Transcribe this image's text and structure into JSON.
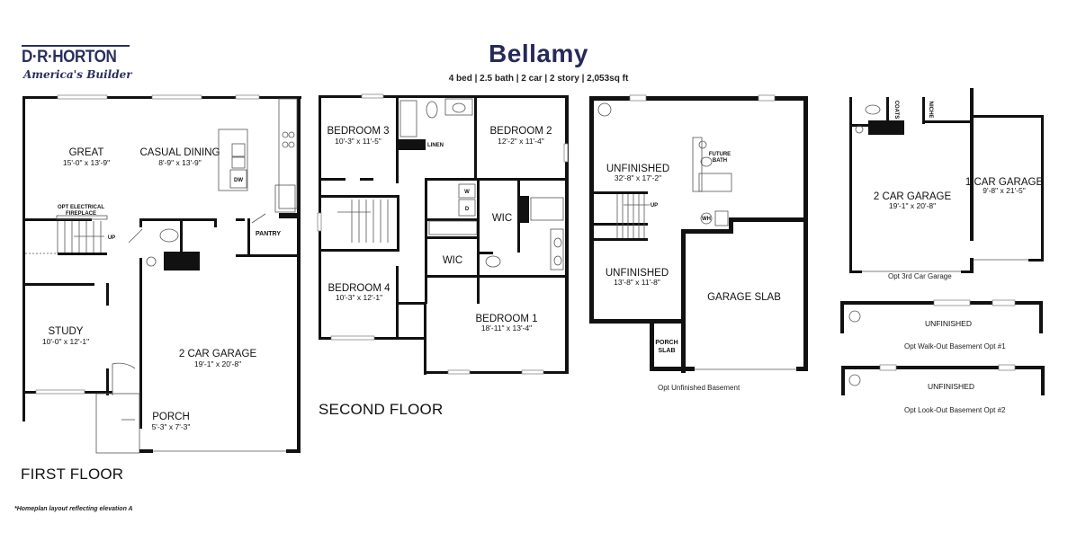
{
  "brand": {
    "name": "D·R·HORTON",
    "tagline": "America's Builder"
  },
  "plan": {
    "name": "Bellamy",
    "specs": "4 bed | 2.5 bath  | 2 car | 2 story | 2,053sq ft"
  },
  "first_floor": {
    "label": "FIRST FLOOR",
    "rooms": [
      {
        "name": "GREAT",
        "size": "15'-0\" x 13'-9\""
      },
      {
        "name": "CASUAL DINING",
        "size": "8'-9\" x 13'-9\""
      },
      {
        "name": "STUDY",
        "size": "10'-0\" x 12'-1\""
      },
      {
        "name": "2 CAR GARAGE",
        "size": "19'-1\" x 20'-8\""
      },
      {
        "name": "PORCH",
        "size": "5'-3\" x 7'-3\""
      }
    ],
    "annotations": {
      "fireplace": "OPT ELECTRICAL",
      "fireplace2": "FIREPLACE",
      "pantry": "PANTRY",
      "dw": "DW",
      "up": "UP"
    }
  },
  "second_floor": {
    "label": "SECOND FLOOR",
    "rooms": [
      {
        "name": "BEDROOM 3",
        "size": "10'-3\" x 11'-5\""
      },
      {
        "name": "BEDROOM 2",
        "size": "12'-2\" x 11'-4\""
      },
      {
        "name": "BEDROOM 4",
        "size": "10'-3\" x 12'-1\""
      },
      {
        "name": "BEDROOM 1",
        "size": "18'-11\" x 13'-4\""
      }
    ],
    "annotations": {
      "linen": "LINEN",
      "wic1": "WIC",
      "wic2": "WIC",
      "w": "W",
      "d": "D"
    }
  },
  "basement": {
    "caption": "Opt Unfinished Basement",
    "rooms": [
      {
        "name": "UNFINISHED",
        "size": "32'-8\" x 17'-2\""
      },
      {
        "name": "UNFINISHED",
        "size": "13'-8\" x 11'-8\""
      },
      {
        "name": "GARAGE SLAB",
        "size": ""
      },
      {
        "name": "PORCH",
        "size": "SLAB"
      }
    ],
    "annotations": {
      "future_bath": "FUTURE",
      "future_bath2": "BATH",
      "wh": "WH",
      "up": "UP"
    }
  },
  "garage_option": {
    "caption": "Opt 3rd Car Garage",
    "rooms": [
      {
        "name": "2 CAR GARAGE",
        "size": "19'-1\" x 20'-8\""
      },
      {
        "name": "1 CAR GARAGE",
        "size": "9'-8\" x 21'-5\""
      }
    ],
    "annotations": {
      "coats": "COATS",
      "niche": "NICHE"
    }
  },
  "walkout_option": {
    "label": "UNFINISHED",
    "caption": "Opt Walk-Out Basement Opt #1"
  },
  "lookout_option": {
    "label": "UNFINISHED",
    "caption": "Opt Look-Out Basement Opt #2"
  },
  "footnote": "*Homeplan layout reflecting elevation A"
}
